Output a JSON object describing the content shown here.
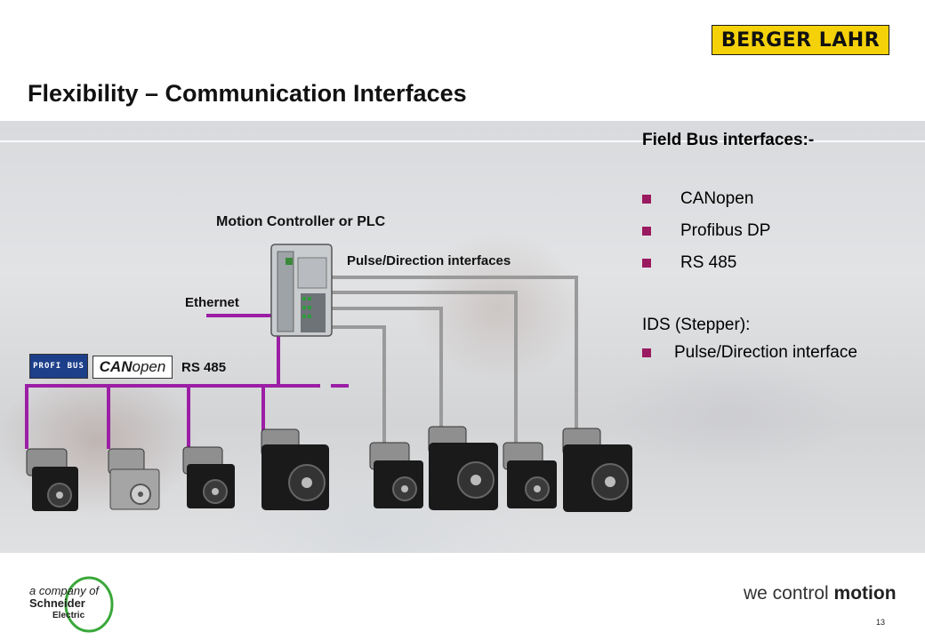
{
  "brand": {
    "logo_text": "BERGER LAHR"
  },
  "title": "Flexibility – Communication Interfaces",
  "diagram": {
    "controller_label": "Motion Controller or PLC",
    "pulse_label": "Pulse/Direction interfaces",
    "ethernet_label": "Ethernet",
    "rs485_label": "RS 485",
    "profibus_badge": "PROFI BUS",
    "canopen_badge": {
      "can": "CAN",
      "open": "open"
    },
    "colors": {
      "bus_line": "#9b1ea5",
      "pulse_line": "#9a9a9a",
      "motor_body": "#1a1a1a"
    }
  },
  "right_panel": {
    "field_bus_title": "Field Bus interfaces:-",
    "field_bus_items": [
      "CANopen",
      "Profibus DP",
      "RS 485"
    ],
    "ids_title": "IDS (Stepper):",
    "ids_items": [
      "Pulse/Direction interface"
    ],
    "bullet_color": "#9a1a60"
  },
  "footer": {
    "company_line1": "a company of",
    "company_line2": "Schneider",
    "company_line3": "Electric",
    "slogan_regular": "we control ",
    "slogan_bold": "motion",
    "page_number": "13"
  }
}
